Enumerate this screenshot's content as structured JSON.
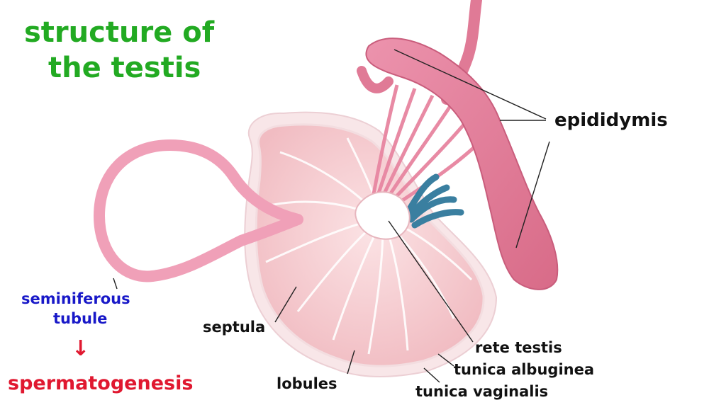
{
  "title": {
    "line1": "structure of",
    "line2": "the testis"
  },
  "labels": {
    "epididymis": "epididymis",
    "seminiferous_line1": "seminiferous",
    "seminiferous_line2": "tubule",
    "arrow": "↓",
    "spermatogenesis": "spermatogenesis",
    "septula": "septula",
    "lobules": "lobules",
    "rete_testis": "rete testis",
    "tunica_albuginea": "tunica albuginea",
    "tunica_vaginalis": "tunica vaginalis"
  },
  "colors": {
    "title": "#22aa22",
    "label_black": "#111111",
    "label_blue": "#1818c8",
    "label_red": "#e01830",
    "testis_fill": "#f6cfd2",
    "tunica_vaginalis": "#f8e6e8",
    "epididymis": "#e07a96",
    "tubule": "#f0a0b8",
    "rete": "#ffffff",
    "vessels": "#3a7fa0"
  }
}
